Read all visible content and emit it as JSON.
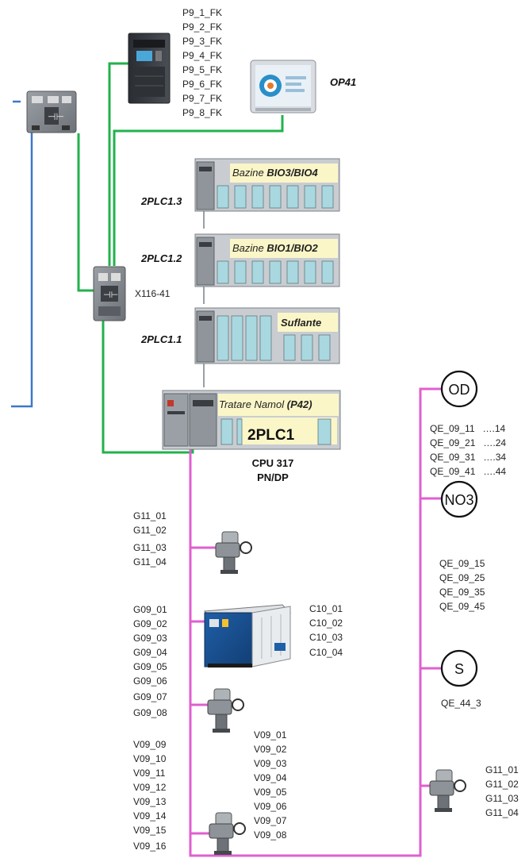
{
  "colors": {
    "profinet_green": "#22b24c",
    "profibus_pink": "#e05fd0",
    "ethernet_blue": "#3c78c8",
    "rack_label_bg": "#fbf6c8",
    "module_cyan": "#a9d8e0"
  },
  "devices": {
    "frequency_converters": [
      "P9_1_FK",
      "P9_2_FK",
      "P9_3_FK",
      "P9_4_FK",
      "P9_5_FK",
      "P9_6_FK",
      "P9_7_FK",
      "P9_8_FK"
    ],
    "hmi_panel": "OP41",
    "switch_label": "X116-41"
  },
  "racks": [
    {
      "name": "2PLC1.3",
      "caption_plain": "Bazine ",
      "caption_bold": "BIO3/BIO4"
    },
    {
      "name": "2PLC1.2",
      "caption_plain": "Bazine ",
      "caption_bold": "BIO1/BIO2"
    },
    {
      "name": "2PLC1.1",
      "caption_plain": "",
      "caption_bold": "Suflante"
    }
  ],
  "main_plc": {
    "caption_plain": "Tratare Namol ",
    "caption_bold": "(P42)",
    "name": "2PLC1",
    "cpu_line1": "CPU 317",
    "cpu_line2": "PN/DP"
  },
  "field_devices": {
    "valve_group_g11_top": [
      "G11_01",
      "G11_02",
      "G11_03",
      "G11_04"
    ],
    "valve_group_g09": [
      "G09_01",
      "G09_02",
      "G09_03",
      "G09_04",
      "G09_05",
      "G09_06",
      "G09_07",
      "G09_08"
    ],
    "compressor_group_c10": [
      "C10_01",
      "C10_02",
      "C10_03",
      "C10_04"
    ],
    "valve_group_v09_left": [
      "V09_09",
      "V09_10",
      "V09_11",
      "V09_12",
      "V09_13",
      "V09_14",
      "V09_15",
      "V09_16"
    ],
    "valve_group_v09_right": [
      "V09_01",
      "V09_02",
      "V09_03",
      "V09_04",
      "V09_05",
      "V09_06",
      "V09_07",
      "V09_08"
    ],
    "valve_group_g11_right": [
      "G11_01",
      "G11_02",
      "G11_03",
      "G11_04"
    ]
  },
  "sensors": [
    {
      "symbol": "OD",
      "tags": [
        "QE_09_11   ….14",
        "QE_09_21   ….24",
        "QE_09_31   ….34",
        "QE_09_41   ….44"
      ]
    },
    {
      "symbol": "NO3",
      "tags": [
        "QE_09_15",
        "QE_09_25",
        "QE_09_35",
        "QE_09_45"
      ]
    },
    {
      "symbol": "S",
      "tags": [
        "QE_44_3"
      ]
    }
  ]
}
